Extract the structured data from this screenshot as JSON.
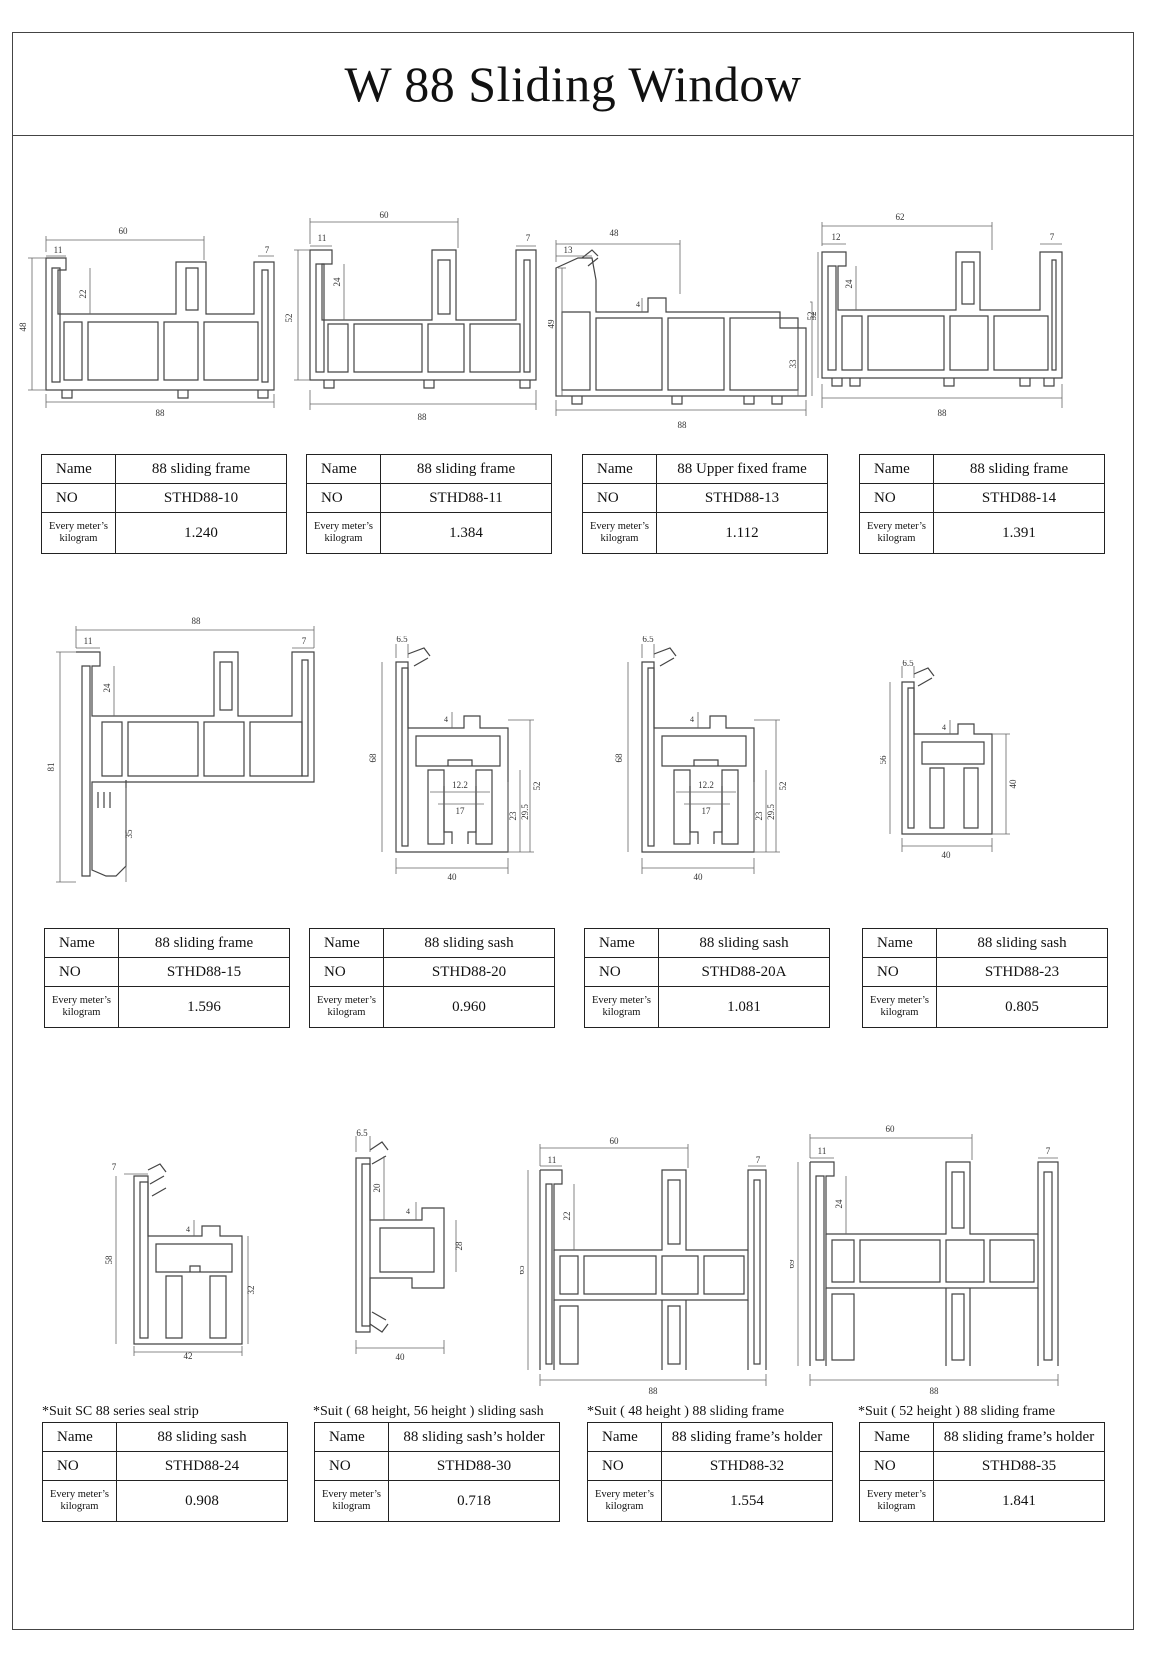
{
  "page": {
    "title": "W 88 Sliding Window",
    "labels": {
      "name": "Name",
      "no": "NO",
      "weight_line1": "Every meter’s",
      "weight_line2": "kilogram"
    }
  },
  "profiles": [
    {
      "name": "88  sliding frame",
      "no": "STHD88-10",
      "kg": "1.240",
      "note": "",
      "dims": {
        "top": "60",
        "left": "11",
        "right": "7",
        "side": "48",
        "inner": "22",
        "bottom": "88"
      }
    },
    {
      "name": "88  sliding frame",
      "no": "STHD88-11",
      "kg": "1.384",
      "note": "",
      "dims": {
        "top": "60",
        "left": "11",
        "right": "7",
        "side": "52",
        "inner": "24",
        "bottom": "88"
      }
    },
    {
      "name": "88  Upper fixed frame",
      "no": "STHD88-13",
      "kg": "1.112",
      "note": "",
      "dims": {
        "top": "48",
        "left": "13",
        "right": "52",
        "side": "49",
        "inner": "4",
        "extra": "33",
        "bottom": "88"
      }
    },
    {
      "name": "88  sliding frame",
      "no": "STHD88-14",
      "kg": "1.391",
      "note": "",
      "dims": {
        "top": "62",
        "left": "12",
        "right": "7",
        "side": "52",
        "inner": "24",
        "bottom": "88"
      }
    },
    {
      "name": "88  sliding frame",
      "no": "STHD88-15",
      "kg": "1.596",
      "note": "",
      "dims": {
        "top": "88",
        "left": "11",
        "right": "7",
        "side": "81",
        "inner": "24",
        "extra": "35"
      }
    },
    {
      "name": "88  sliding sash",
      "no": "STHD88-20",
      "kg": "0.960",
      "note": "",
      "dims": {
        "top": "6.5",
        "side": "68",
        "inner": "4",
        "right": "52",
        "a": "12.2",
        "b": "17",
        "c": "23",
        "d": "29.5",
        "bottom": "40"
      }
    },
    {
      "name": "88  sliding sash",
      "no": "STHD88-20A",
      "kg": "1.081",
      "note": "",
      "dims": {
        "top": "6.5",
        "side": "68",
        "inner": "4",
        "right": "52",
        "a": "12.2",
        "b": "17",
        "c": "23",
        "d": "29.5",
        "bottom": "40"
      }
    },
    {
      "name": "88  sliding sash",
      "no": "STHD88-23",
      "kg": "0.805",
      "note": "",
      "dims": {
        "top": "6.5",
        "side": "56",
        "inner": "4",
        "right": "40",
        "bottom": "40"
      }
    },
    {
      "name": "88  sliding sash",
      "no": "STHD88-24",
      "kg": "0.908",
      "note": "*Suit SC 88 series seal strip",
      "dims": {
        "top": "7",
        "side": "58",
        "inner": "4",
        "right": "32",
        "bottom": "42"
      }
    },
    {
      "name": "88  sliding sash’s holder",
      "no": "STHD88-30",
      "kg": "0.718",
      "note": "*Suit ( 68 height, 56  height ) sliding sash",
      "dims": {
        "top": "6.5",
        "inner": "20",
        "small": "4",
        "right": "28",
        "bottom": "40"
      }
    },
    {
      "name": "88  sliding frame’s holder",
      "no": "STHD88-32",
      "kg": "1.554",
      "note": "*Suit ( 48 height ) 88 sliding frame",
      "dims": {
        "top": "60",
        "left": "11",
        "right": "7",
        "side": "65",
        "inner": "22",
        "bottom": "88"
      }
    },
    {
      "name": "88  sliding frame’s holder",
      "no": "STHD88-35",
      "kg": "1.841",
      "note": "*Suit ( 52 height ) 88 sliding frame",
      "dims": {
        "top": "60",
        "left": "11",
        "right": "7",
        "side": "69",
        "inner": "24",
        "bottom": "88"
      }
    }
  ]
}
